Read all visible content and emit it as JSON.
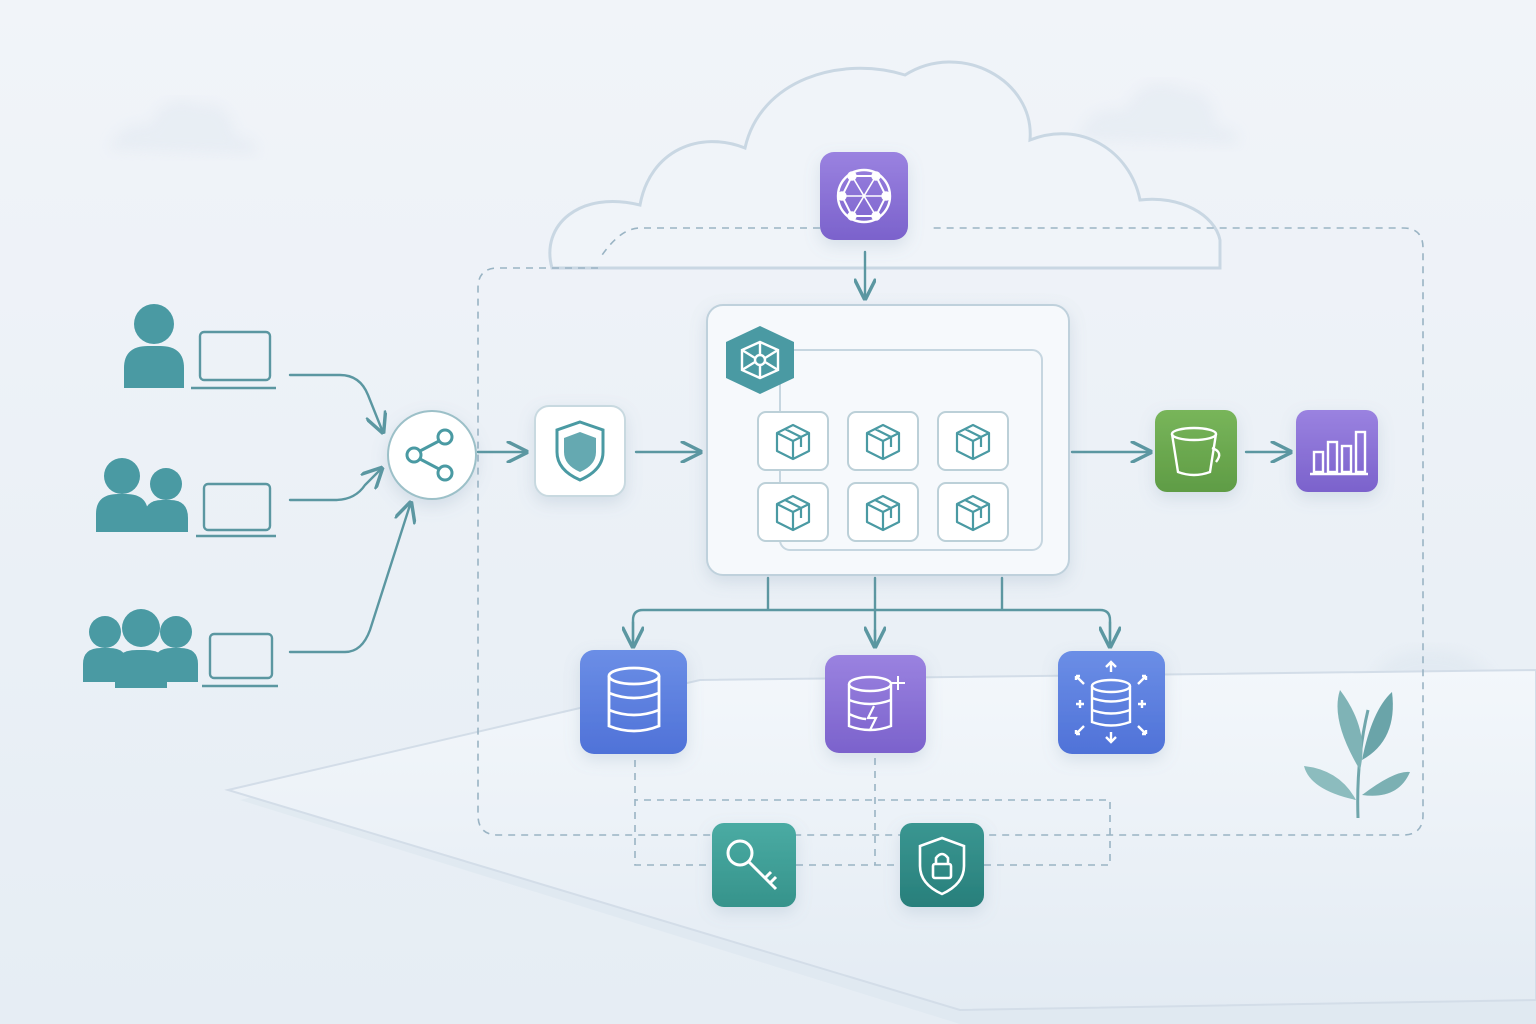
{
  "diagram": {
    "labels": [],
    "colors": {
      "teal": "#4a9aa3",
      "teal_dark": "#3f8e96",
      "line": "#5b97a1",
      "purple": "#8a70d6",
      "purple_dark": "#7b62cc",
      "blue": "#5a7fdf",
      "blue_dark": "#4f72d8",
      "green": "#69a84e",
      "key_teal": "#3e9e96",
      "lock_teal": "#2f8a86",
      "cloud_fill": "#f0f4f9",
      "panel_fill": "#f6f9fc",
      "platform_fill": "#edf3f8"
    },
    "clients": [
      {
        "name": "single-user",
        "icon": "person-icon"
      },
      {
        "name": "user-pair",
        "icon": "two-people-icon"
      },
      {
        "name": "user-group",
        "icon": "three-people-icon"
      }
    ],
    "components": [
      {
        "name": "load-balancer",
        "icon": "share-nodes-icon"
      },
      {
        "name": "firewall",
        "icon": "shield-icon"
      },
      {
        "name": "service-mesh",
        "icon": "network-globe-icon"
      },
      {
        "name": "kubernetes-cluster",
        "icon": "kubernetes-wheel-icon"
      },
      {
        "name": "object-storage",
        "icon": "bucket-icon"
      },
      {
        "name": "analytics",
        "icon": "bar-chart-icon"
      },
      {
        "name": "relational-database",
        "icon": "database-icon"
      },
      {
        "name": "cache-database",
        "icon": "database-lightning-icon"
      },
      {
        "name": "scalable-database",
        "icon": "database-scale-icon"
      },
      {
        "name": "key-management",
        "icon": "key-icon"
      },
      {
        "name": "security-policy",
        "icon": "shield-lock-icon"
      }
    ],
    "containers": {
      "count": 6,
      "icon": "container-cube-icon"
    },
    "decor": [
      "cloud-icon",
      "leaf-plant-icon"
    ]
  }
}
